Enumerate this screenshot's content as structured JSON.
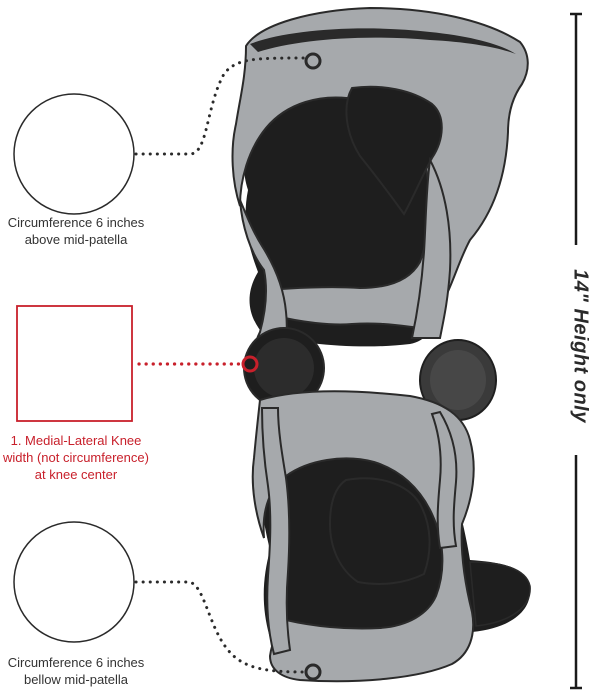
{
  "measurements": {
    "upper": {
      "line1": "Circumference 6 inches",
      "line2": "above mid-patella"
    },
    "middle": {
      "line1": "1. Medial-Lateral Knee",
      "line2": "width (not circumference)",
      "line3": "at knee center"
    },
    "lower": {
      "line1": "Circumference 6 inches",
      "line2": "bellow mid-patella"
    }
  },
  "height_label": "14\" Height only",
  "colors": {
    "brace_frame": "#a6a9ac",
    "brace_dark": "#1f1f1f",
    "accent_red": "#c8202b",
    "text": "#333333"
  }
}
